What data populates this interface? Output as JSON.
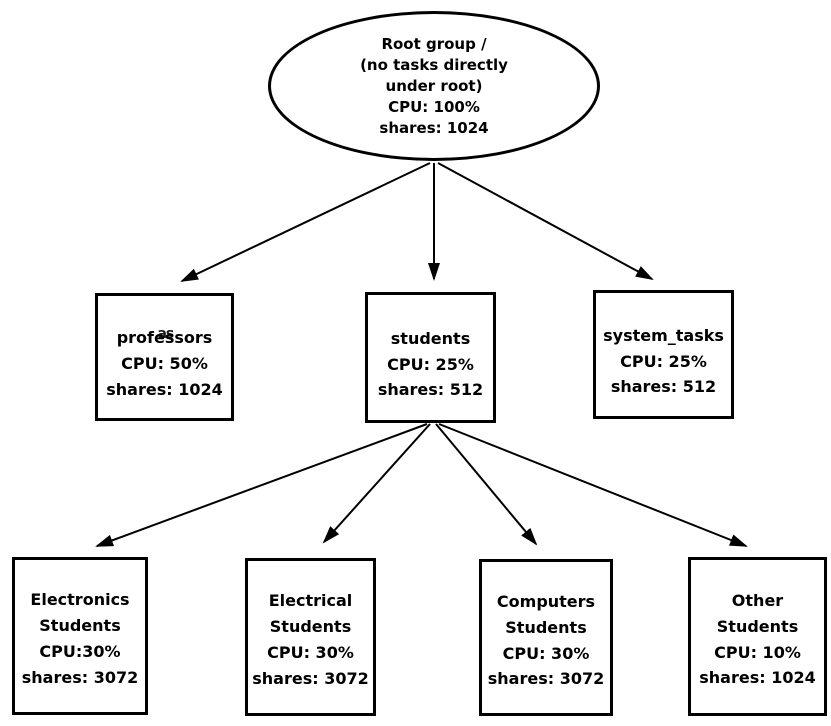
{
  "colors": {
    "ink": "#000000",
    "paper": "#ffffff"
  },
  "root": {
    "line1": "Root group /",
    "line2": "(no tasks directly",
    "line3": "under root)",
    "line4": "CPU: 100%",
    "line5": "shares: 1024"
  },
  "groups": {
    "professors": {
      "name": "professors",
      "artifact": "as",
      "cpu": "CPU: 50%",
      "shares": "shares: 1024"
    },
    "students": {
      "name": "students",
      "cpu": "CPU: 25%",
      "shares": "shares: 512"
    },
    "system_tasks": {
      "name": "system_tasks",
      "cpu": "CPU: 25%",
      "shares": "shares: 512"
    }
  },
  "subgroups": {
    "electronics": {
      "name1": "Electronics",
      "name2": "Students",
      "cpu": "CPU:30%",
      "shares": "shares: 3072"
    },
    "electrical": {
      "name1": "Electrical",
      "name2": "Students",
      "cpu": "CPU: 30%",
      "shares": "shares: 3072"
    },
    "computers": {
      "name1": "Computers",
      "name2": "Students",
      "cpu": "CPU: 30%",
      "shares": "shares: 3072"
    },
    "other": {
      "name1": "Other",
      "name2": "Students",
      "cpu": "CPU: 10%",
      "shares": "shares: 1024"
    }
  }
}
